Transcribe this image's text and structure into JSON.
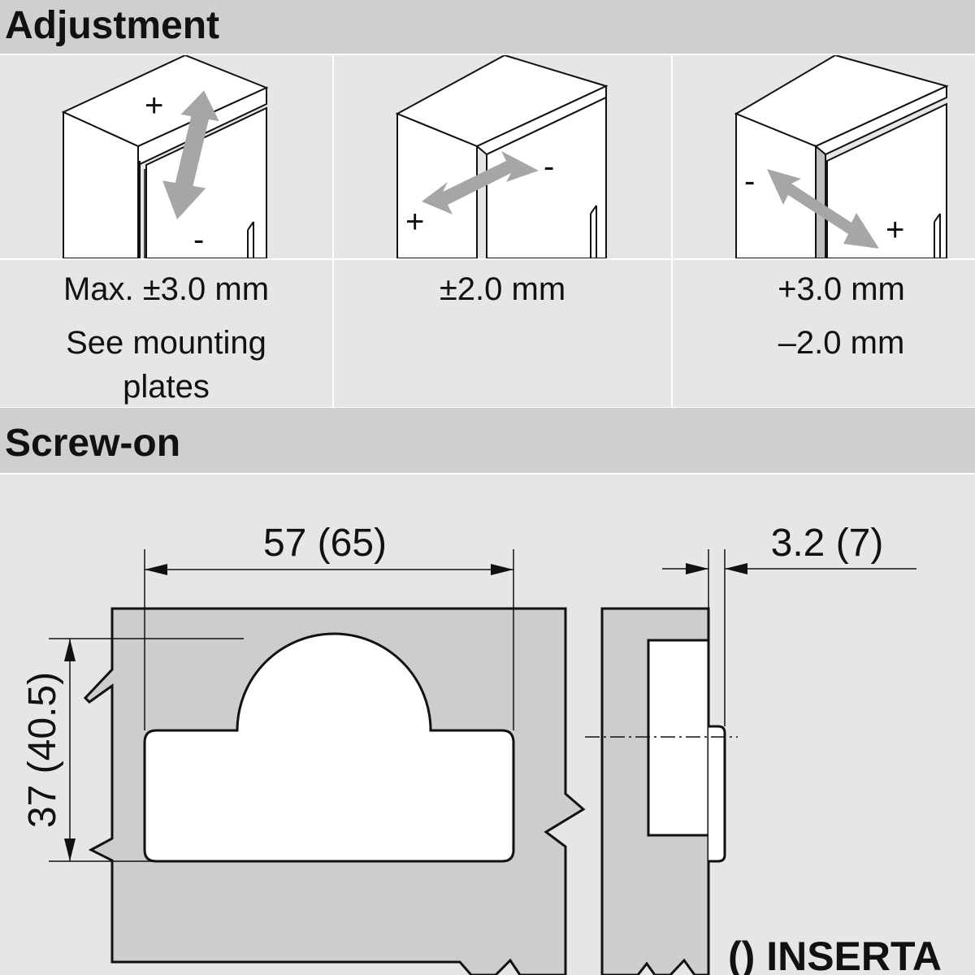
{
  "sections": {
    "adjustment_title": "Adjustment",
    "screw_on_title": "Screw-on"
  },
  "adjustments": [
    {
      "lines": [
        "Max. ±3.0 mm",
        "See mounting",
        "plates"
      ],
      "plus": "+",
      "minus": "-"
    },
    {
      "lines": [
        "±2.0 mm"
      ],
      "plus": "+",
      "minus": "-"
    },
    {
      "lines": [
        "+3.0 mm",
        "–2.0 mm"
      ],
      "plus": "+",
      "minus": "-"
    }
  ],
  "dimensions": {
    "width_label": "57 (65)",
    "height_label": "37 (40.5)",
    "depth_label": "3.2 (7)"
  },
  "footnote": "() INSERTA",
  "colors": {
    "header_band": "#cfcfcf",
    "background": "#e6e6e6",
    "part_fill": "#cdcdcd",
    "arrow_gray": "#a6a6a6"
  }
}
